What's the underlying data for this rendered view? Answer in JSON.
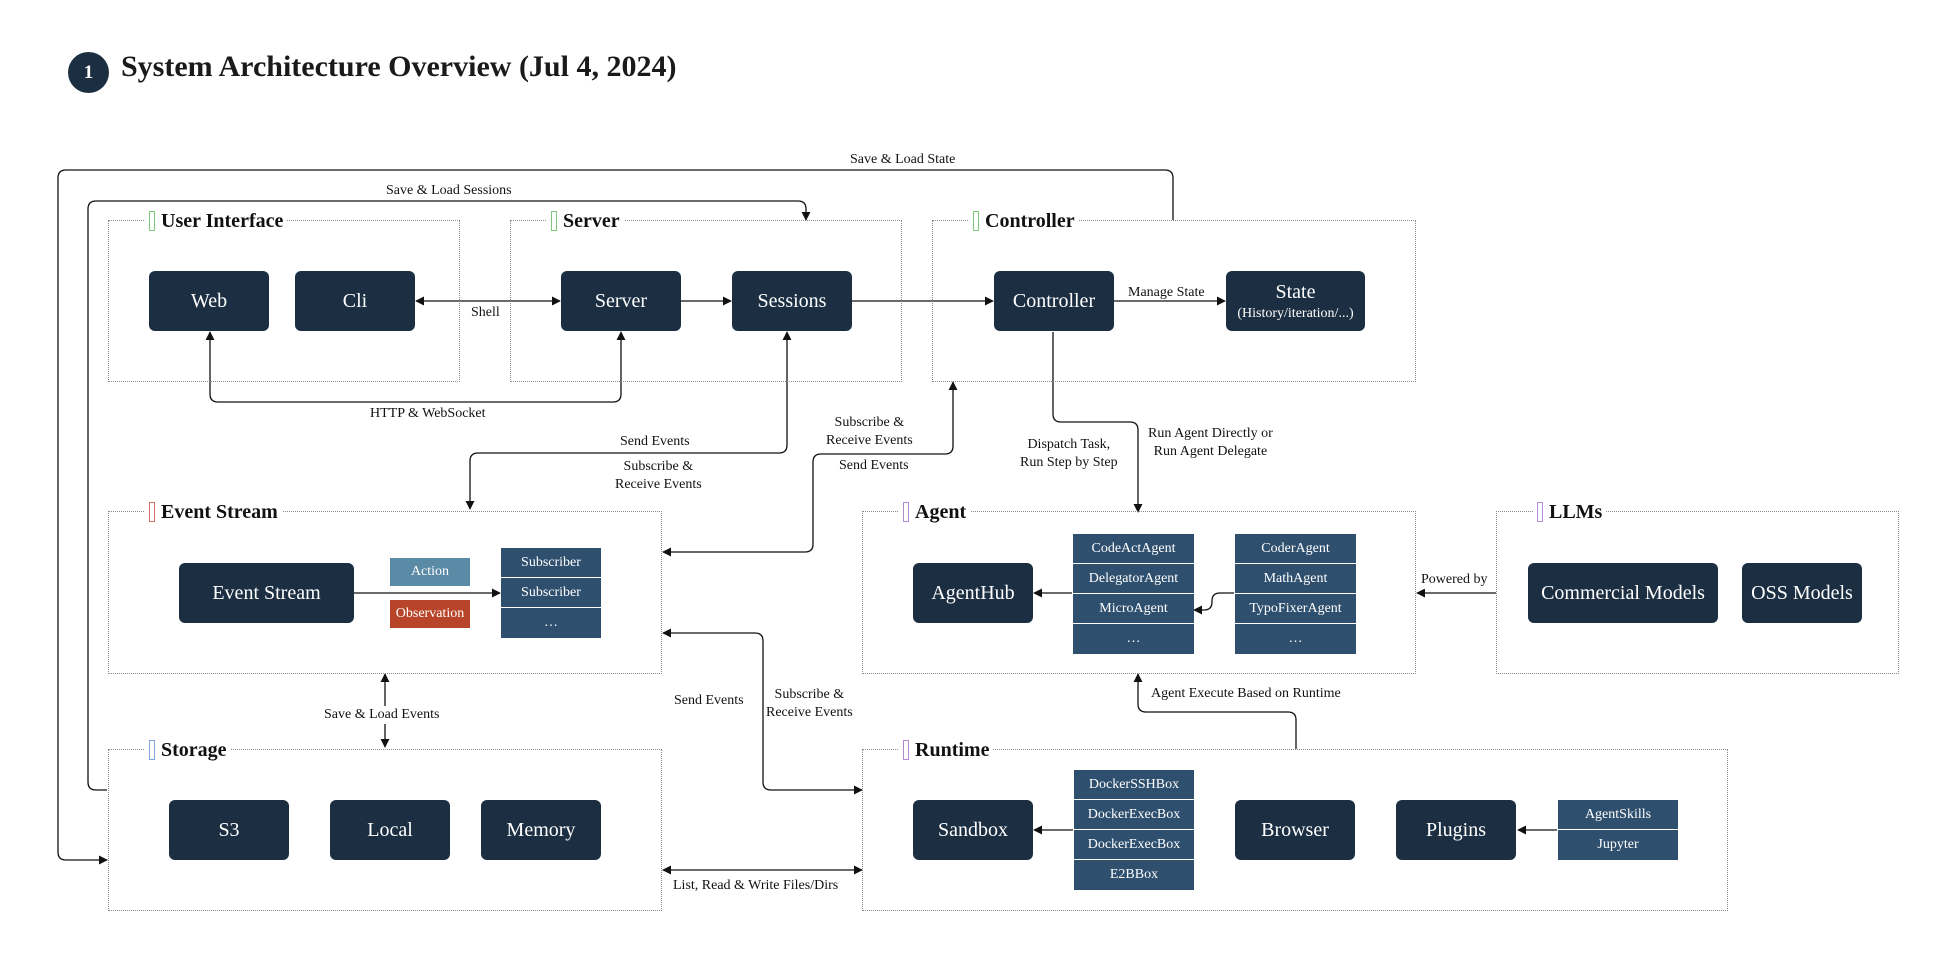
{
  "header": {
    "step_number": "1",
    "title": "System Architecture Overview (Jul 4, 2024)"
  },
  "colors": {
    "node": "#1c2f42",
    "chip": "#2f4f6e",
    "action": "#5b8aa6",
    "observation": "#b8452a",
    "tag_green": "#7fc77f",
    "tag_red": "#e07070",
    "tag_purple": "#b48ad8",
    "tag_blue": "#7fa8e0"
  },
  "groups": {
    "user_interface": {
      "label": "User Interface",
      "nodes": {
        "web": "Web",
        "cli": "Cli"
      }
    },
    "server": {
      "label": "Server",
      "nodes": {
        "server": "Server",
        "sessions": "Sessions"
      }
    },
    "controller": {
      "label": "Controller",
      "nodes": {
        "controller": "Controller",
        "state": "State",
        "state_sub": "(History/iteration/...)"
      }
    },
    "event_stream": {
      "label": "Event Stream",
      "nodes": {
        "event_stream": "Event Stream",
        "action": "Action",
        "observation": "Observation",
        "subscribers": [
          "Subscriber",
          "Subscriber",
          "…"
        ]
      }
    },
    "agent": {
      "label": "Agent",
      "nodes": {
        "agenthub": "AgentHub",
        "agents_left": [
          "CodeActAgent",
          "DelegatorAgent",
          "MicroAgent",
          "…"
        ],
        "agents_right": [
          "CoderAgent",
          "MathAgent",
          "TypoFixerAgent",
          "…"
        ]
      }
    },
    "llms": {
      "label": "LLMs",
      "nodes": {
        "commercial": "Commercial Models",
        "oss": "OSS Models"
      }
    },
    "storage": {
      "label": "Storage",
      "nodes": {
        "s3": "S3",
        "local": "Local",
        "memory": "Memory"
      }
    },
    "runtime": {
      "label": "Runtime",
      "nodes": {
        "sandbox": "Sandbox",
        "browser": "Browser",
        "plugins": "Plugins",
        "boxes": [
          "DockerSSHBox",
          "DockerExecBox",
          "DockerExecBox",
          "E2BBox"
        ],
        "plugin_items": [
          "AgentSkills",
          "Jupyter"
        ]
      }
    }
  },
  "edges": {
    "save_load_state": "Save & Load State",
    "save_load_sessions": "Save & Load Sessions",
    "shell": "Shell",
    "http_websocket": "HTTP & WebSocket",
    "manage_state": "Manage State",
    "send_events_1": "Send Events",
    "subscribe_receive_1_a": "Subscribe &",
    "subscribe_receive_1_b": "Receive Events",
    "subscribe_receive_2_a": "Subscribe &",
    "subscribe_receive_2_b": "Receive Events",
    "send_events_2": "Send Events",
    "dispatch_a": "Dispatch Task,",
    "dispatch_b": "Run Step by Step",
    "run_agent_a": "Run Agent Directly or",
    "run_agent_b": "Run Agent Delegate",
    "powered_by": "Powered by",
    "save_load_events": "Save & Load Events",
    "send_events_3": "Send Events",
    "subscribe_receive_3_a": "Subscribe &",
    "subscribe_receive_3_b": "Receive Events",
    "agent_execute": "Agent Execute Based on Runtime",
    "list_read_write": "List, Read & Write Files/Dirs"
  }
}
